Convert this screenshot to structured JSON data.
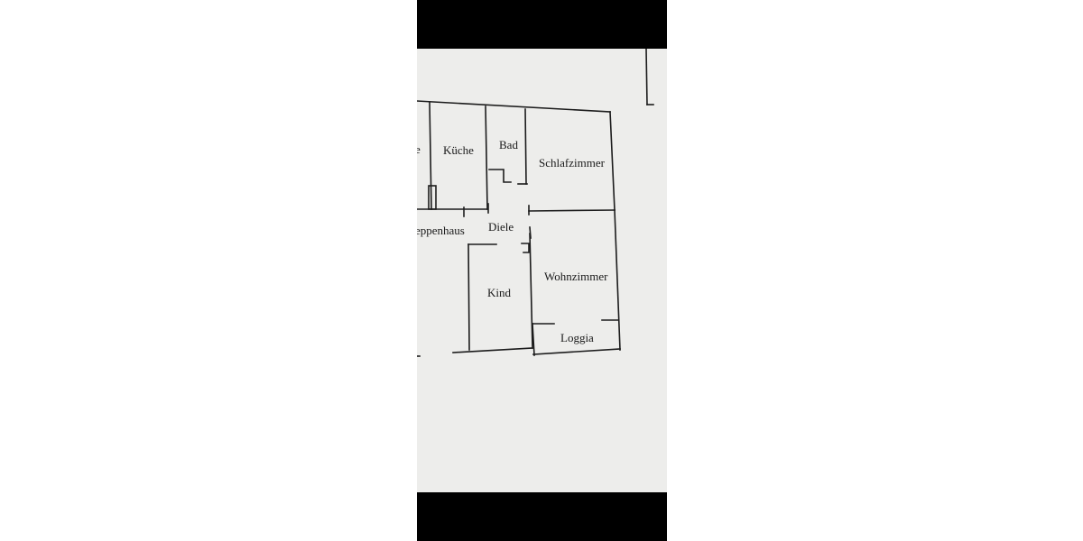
{
  "floorplan": {
    "rooms": {
      "kueche": "Küche",
      "bad": "Bad",
      "schlafzimmer": "Schlafzimmer",
      "treppenhaus": "eppenhaus",
      "diele": "Diele",
      "kind": "Kind",
      "wohnzimmer": "Wohnzimmer",
      "loggia": "Loggia",
      "cut_left": "e"
    }
  }
}
